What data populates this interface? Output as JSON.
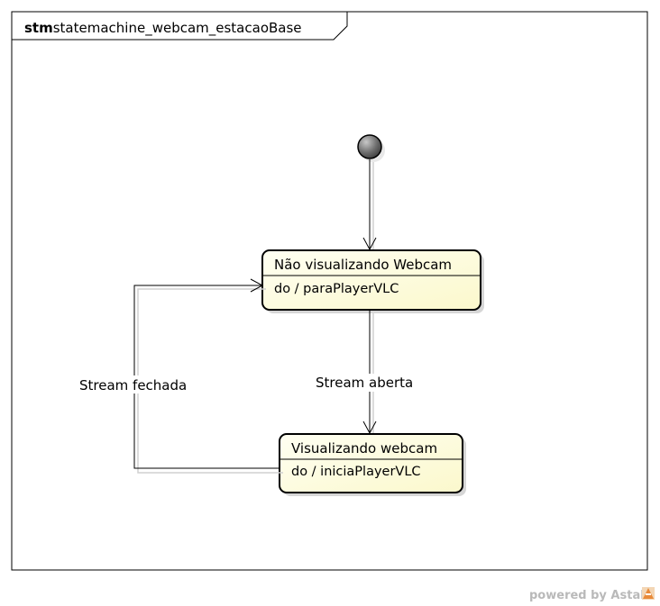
{
  "diagram": {
    "frame": {
      "keyword": "stm",
      "name": "statemachine_webcam_estacaoBase"
    },
    "states": [
      {
        "title": "Não visualizando Webcam",
        "action": "do / paraPlayerVLC"
      },
      {
        "title": "Visualizando webcam",
        "action": "do / iniciaPlayerVLC"
      }
    ],
    "transitions": [
      {
        "from": "initial",
        "to": "Não visualizando Webcam",
        "label": ""
      },
      {
        "from": "Não visualizando Webcam",
        "to": "Visualizando webcam",
        "label": "Stream aberta"
      },
      {
        "from": "Visualizando webcam",
        "to": "Não visualizando Webcam",
        "label": "Stream fechada"
      }
    ],
    "colors": {
      "state_fill_top": "#fffff0",
      "state_fill_bottom": "#fdfbd3",
      "initial_node": "#5a5a5a",
      "watermark": "#b9b9b9",
      "watermark_logo": "#e88a3a"
    }
  },
  "watermark": {
    "text": "powered by Astah"
  }
}
